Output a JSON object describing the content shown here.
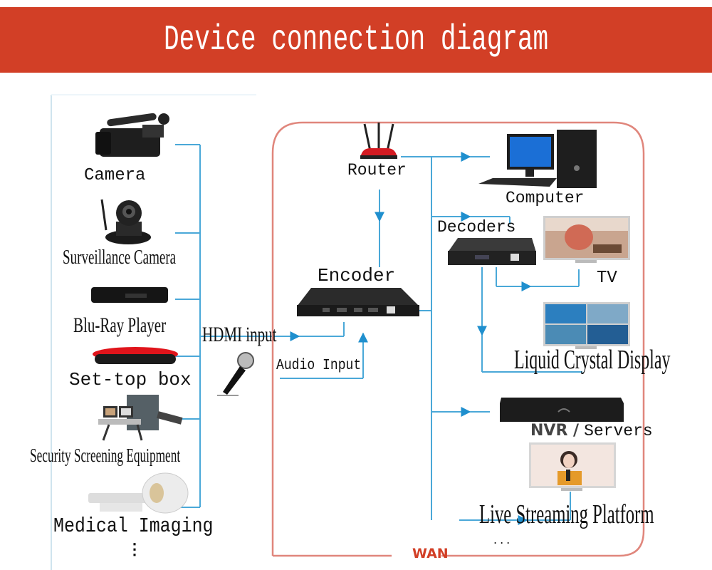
{
  "header": {
    "title": "Device connection diagram",
    "color": "#d23f26"
  },
  "colors": {
    "connector": "#4aa8d8",
    "arrow": "#1f8fce",
    "wan_border": "#e0867c",
    "left_border": "#cfe4ee"
  },
  "inputs": {
    "devices": [
      {
        "icon": "camcorder-icon",
        "label": "Camera"
      },
      {
        "icon": "surveillance-camera-icon",
        "label": "Surveillance Camera"
      },
      {
        "icon": "blu-ray-player-icon",
        "label": "Blu-Ray Player"
      },
      {
        "icon": "set-top-box-icon",
        "label": "Set-top box"
      },
      {
        "icon": "security-scanner-icon",
        "label": "Security Screening Equipment"
      },
      {
        "icon": "mri-scanner-icon",
        "label": "Medical Imaging"
      }
    ],
    "more": "⋮",
    "hdmi_label": "HDMI input",
    "audio_label": "Audio Input",
    "microphone_icon": "microphone-icon"
  },
  "network": {
    "wan_label": "WAN",
    "router": {
      "icon": "router-icon",
      "label": "Router"
    },
    "encoder": {
      "icon": "encoder-box-icon",
      "label": "Encoder"
    },
    "outputs": [
      {
        "icon": "desktop-computer-icon",
        "label": "Computer"
      },
      {
        "icon": "decoder-box-icon",
        "label": "Decoders"
      },
      {
        "icon": "tv-icon",
        "label": "TV"
      },
      {
        "icon": "lcd-display-icon",
        "label": "Liquid Crystal Display"
      },
      {
        "icon": "nvr-server-icon",
        "label_prefix": "NVR /",
        "label": "Servers"
      },
      {
        "icon": "live-stream-monitor-icon",
        "label": "Live Streaming Platform"
      }
    ],
    "more": "..."
  }
}
